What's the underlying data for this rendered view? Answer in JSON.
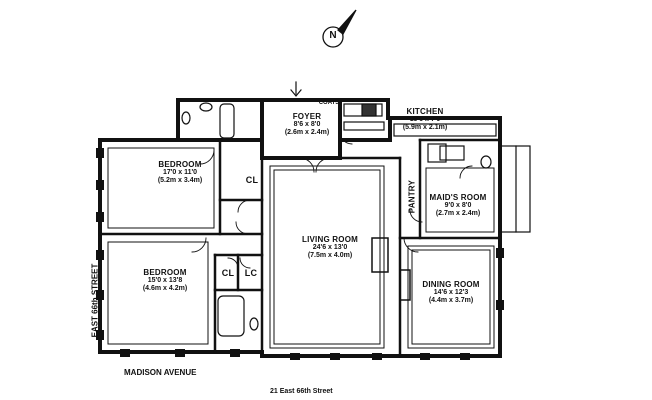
{
  "compass": {
    "label": "N",
    "icon": "north-arrow-icon"
  },
  "rooms": {
    "foyer": {
      "name": "FOYER",
      "dim_imperial": "8'6 x 8'0",
      "dim_metric": "(2.6m x 2.4m)"
    },
    "kitchen": {
      "name": "KITCHEN",
      "dim_imperial": "19'6 x 7'0",
      "dim_metric": "(5.9m x 2.1m)"
    },
    "bedroom1": {
      "name": "BEDROOM",
      "dim_imperial": "17'0 x 11'0",
      "dim_metric": "(5.2m x 3.4m)"
    },
    "bedroom2": {
      "name": "BEDROOM",
      "dim_imperial": "15'0 x 13'8",
      "dim_metric": "(4.6m x 4.2m)"
    },
    "living_room": {
      "name": "LIVING ROOM",
      "dim_imperial": "24'6 x 13'0",
      "dim_metric": "(7.5m x 4.0m)"
    },
    "maids_room": {
      "name": "MAID'S ROOM",
      "dim_imperial": "9'0 x 8'0",
      "dim_metric": "(2.7m x 2.4m)"
    },
    "dining_room": {
      "name": "DINING ROOM",
      "dim_imperial": "14'6 x 12'3",
      "dim_metric": "(4.4m x 3.7m)"
    },
    "pantry": {
      "name": "PANTRY"
    }
  },
  "closets": {
    "cl1": "CL",
    "cl2": "CL",
    "lc": "LC",
    "coats": "COATS"
  },
  "streets": {
    "west": "EAST 66th STREET",
    "south": "MADISON AVENUE",
    "address": "21 East 66th Street"
  }
}
